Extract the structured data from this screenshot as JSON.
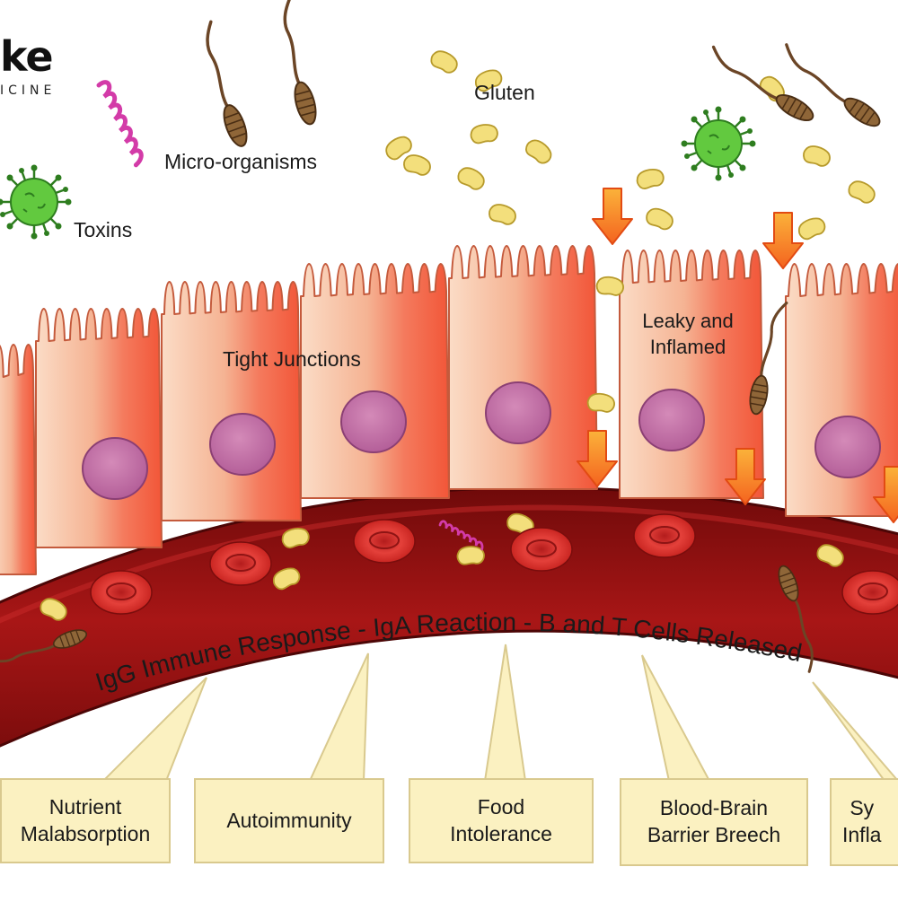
{
  "logo": {
    "name": "ke",
    "tagline": "ICINE"
  },
  "labels": {
    "micro_organisms": "Micro-organisms",
    "gluten": "Gluten",
    "toxins": "Toxins",
    "tight_junctions": "Tight Junctions",
    "leaky_inflamed": "Leaky and\nInflamed",
    "immune_response": "IgG Immune Response - IgA Reaction - B and T Cells Released"
  },
  "outcomes": [
    {
      "label": "Nutrient\nMalabsorption"
    },
    {
      "label": "Autoimmunity"
    },
    {
      "label": "Food\nIntolerance"
    },
    {
      "label": "Blood-Brain\nBarrier Breech"
    },
    {
      "label": "Sy\nInfla"
    }
  ],
  "icons": {
    "bacterium": "bacterium-icon",
    "virus": "virus-icon",
    "gluten": "gluten-particle-icon",
    "toxin": "toxin-icon",
    "arrow": "leak-arrow-icon",
    "blood_cell": "red-blood-cell-icon"
  },
  "colors": {
    "healthy_cell": "#f7c9a8",
    "inflamed_cell": "#f2694a",
    "vessel": "#9e1313",
    "vessel_light": "#c32323",
    "blood_cell": "#d92e2a",
    "nucleus": "#c56aa7",
    "gluten": "#f3df7c",
    "bacteria": "#8a5f35",
    "virus": "#5cc23a",
    "toxin": "#d33ba8",
    "arrow": "#f7772b",
    "box": "#fbf1c1"
  }
}
